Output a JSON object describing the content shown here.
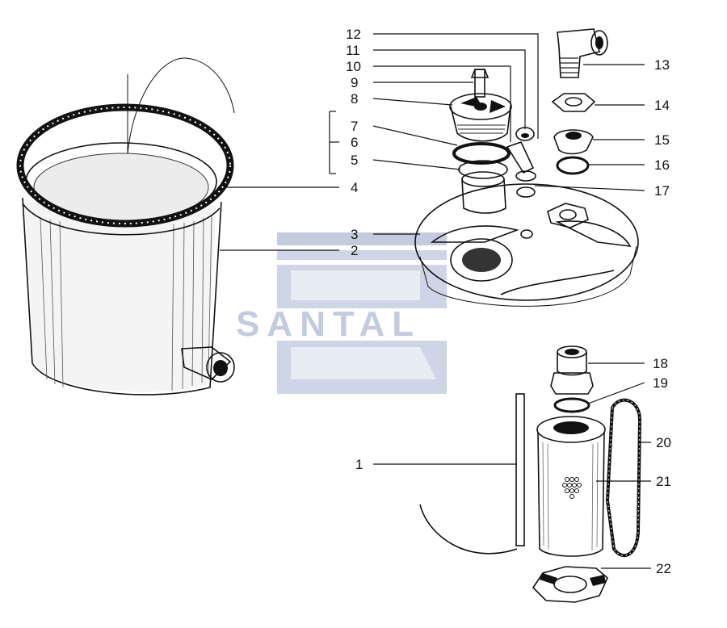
{
  "watermark": {
    "text": "SANTAL",
    "color": "#b9c3da"
  },
  "labels": {
    "l1": "1",
    "l2": "2",
    "l3": "3",
    "l4": "4",
    "l5": "5",
    "l6": "6",
    "l7": "7",
    "l8": "8",
    "l9": "9",
    "l10": "10",
    "l11": "11",
    "l12": "12",
    "l13": "13",
    "l14": "14",
    "l15": "15",
    "l16": "16",
    "l17": "17",
    "l18": "18",
    "l19": "19",
    "l20": "20",
    "l21": "21",
    "l22": "22"
  }
}
